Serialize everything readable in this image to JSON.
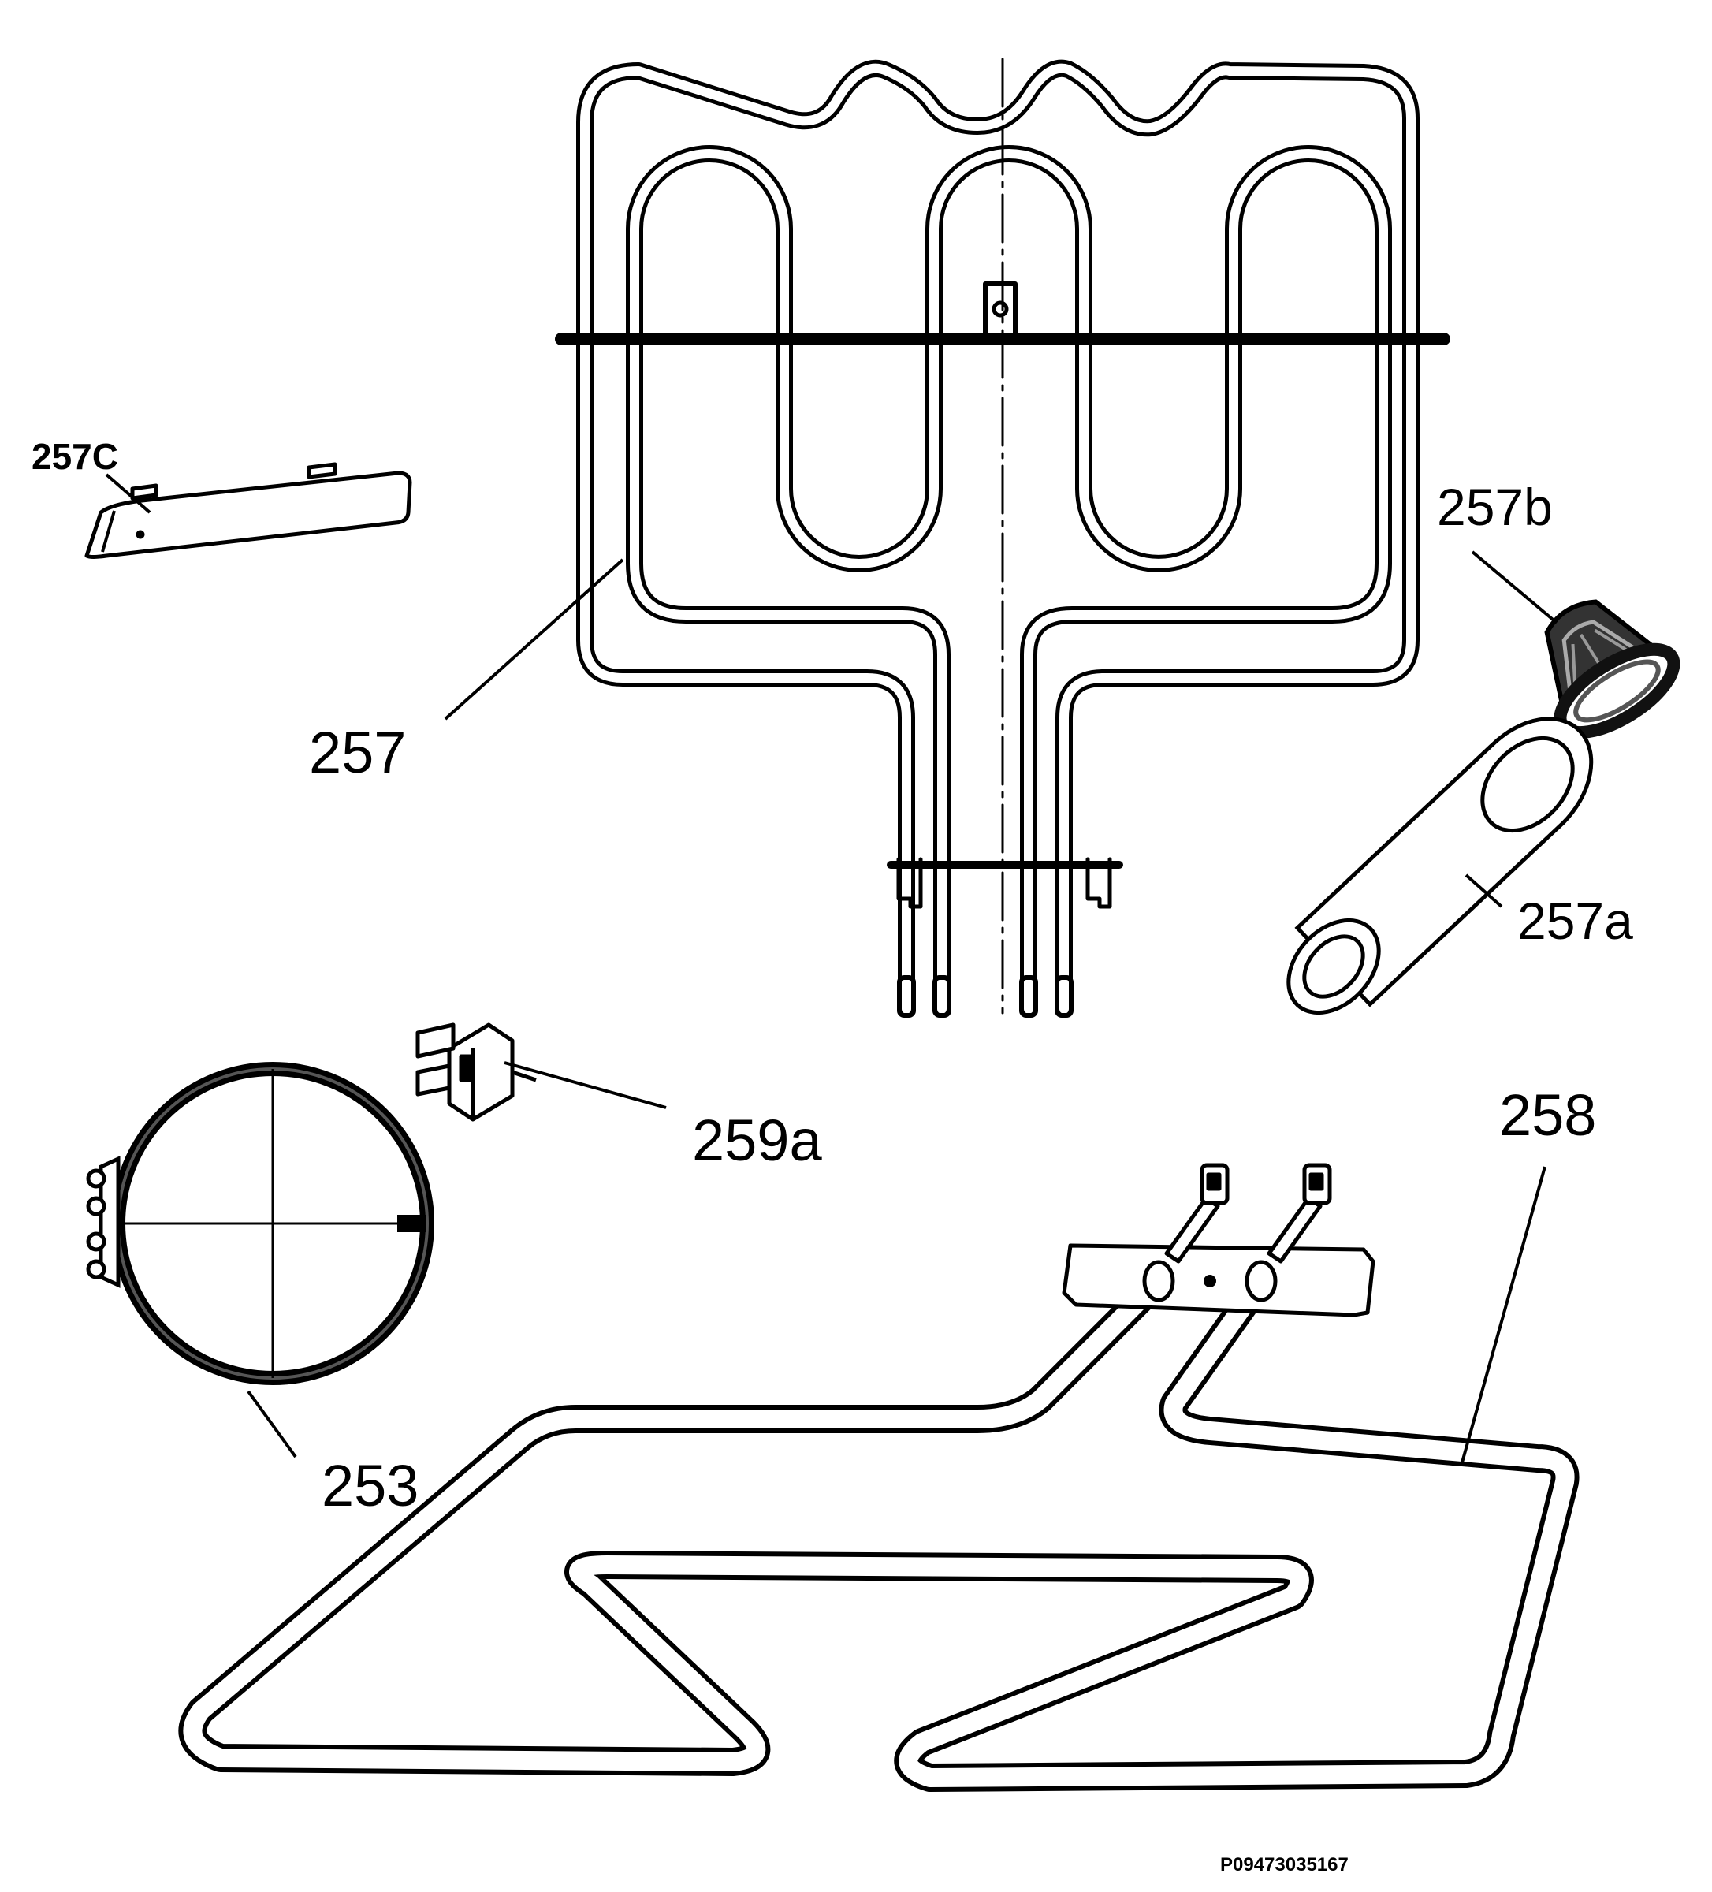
{
  "parts": {
    "p257c": "257C",
    "p257b": "257b",
    "p257": "257",
    "p257a": "257a",
    "p259a": "259a",
    "p258": "258",
    "p253": "253"
  },
  "drawing_reference": "P09473035167",
  "colors": {
    "line": "#000000",
    "background": "#ffffff",
    "tube_fill": "#ffffff",
    "gasket": "#1a1a1a"
  }
}
